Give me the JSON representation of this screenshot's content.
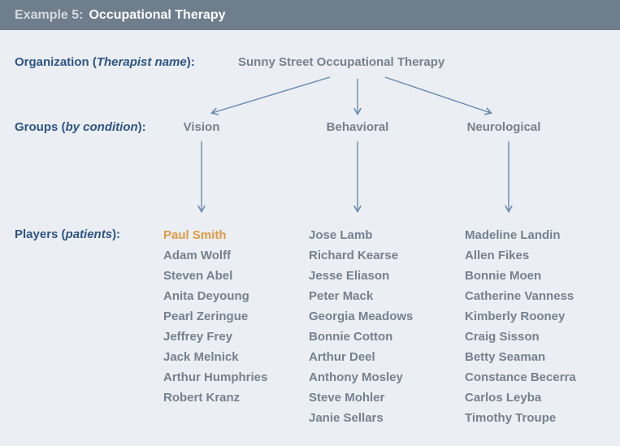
{
  "header": {
    "prefix": "Example 5:",
    "title": "Occupational Therapy"
  },
  "organization": {
    "label_start": "Organization (",
    "label_italic": "Therapist name",
    "label_end": "):",
    "value": "Sunny Street Occupational Therapy"
  },
  "groups": {
    "label_start": "Groups (",
    "label_italic": "by condition",
    "label_end": "):",
    "items": [
      {
        "name": "Vision",
        "players": [
          "Paul Smith",
          "Adam Wolff",
          "Steven Abel",
          "Anita Deyoung",
          "Pearl Zeringue",
          "Jeffrey Frey",
          "Jack Melnick",
          "Arthur Humphries",
          "Robert Kranz"
        ]
      },
      {
        "name": "Behavioral",
        "players": [
          "Jose Lamb",
          "Richard Kearse",
          "Jesse Eliason",
          "Peter Mack",
          "Georgia Meadows",
          "Bonnie Cotton",
          "Arthur Deel",
          "Anthony Mosley",
          "Steve Mohler",
          "Janie Sellars"
        ]
      },
      {
        "name": "Neurological",
        "players": [
          "Madeline Landin",
          "Allen Fikes",
          "Bonnie Moen",
          "Catherine Vanness",
          "Kimberly Rooney",
          "Craig Sisson",
          "Betty Seaman",
          "Constance Becerra",
          "Carlos Leyba",
          "Timothy Troupe"
        ]
      }
    ]
  },
  "players": {
    "label_start": "Players (",
    "label_italic": "patients",
    "label_end": "):"
  },
  "highlighted_player": "Paul Smith",
  "colors": {
    "header_bg": "#6F7E8C",
    "page_bg": "#EBEEF3",
    "label_navy": "#2E5584",
    "text_gray": "#75818F",
    "highlight_orange": "#DF9A43",
    "arrow_blue": "#6989AE"
  }
}
